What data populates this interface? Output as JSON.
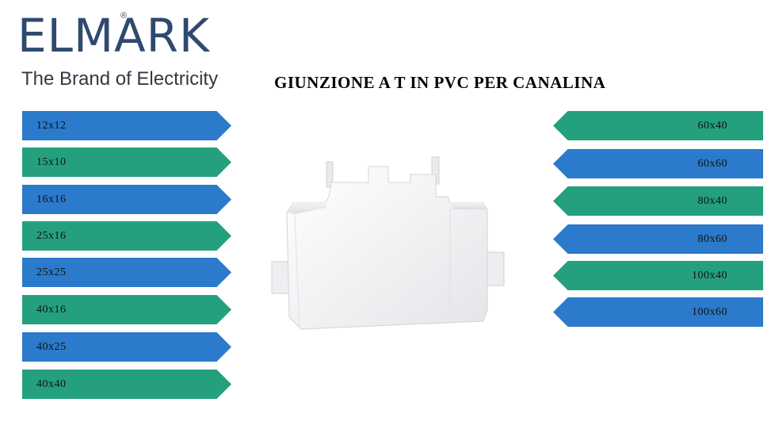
{
  "logo": {
    "word": "ELMARK",
    "registered": "®",
    "tagline": "The Brand of Electricity"
  },
  "title": "GIUNZIONE A T IN PVC PER CANALINA",
  "colors": {
    "blue": "#2b7acb",
    "green": "#24a07e"
  },
  "left_sizes": [
    {
      "label": "12x12",
      "color": "blue"
    },
    {
      "label": "15x10",
      "color": "green"
    },
    {
      "label": "16x16",
      "color": "blue"
    },
    {
      "label": "25x16",
      "color": "green"
    },
    {
      "label": "25x25",
      "color": "blue"
    },
    {
      "label": "40x16",
      "color": "green"
    },
    {
      "label": "40x25",
      "color": "blue"
    },
    {
      "label": "40x40",
      "color": "green"
    }
  ],
  "right_sizes": [
    {
      "label": "60x40",
      "color": "green"
    },
    {
      "label": "60x60",
      "color": "blue"
    },
    {
      "label": "80x40",
      "color": "green"
    },
    {
      "label": "80x60",
      "color": "blue"
    },
    {
      "label": "100x40",
      "color": "green"
    },
    {
      "label": "100x60",
      "color": "blue"
    }
  ],
  "product_image": "pvc-t-junction-icon"
}
